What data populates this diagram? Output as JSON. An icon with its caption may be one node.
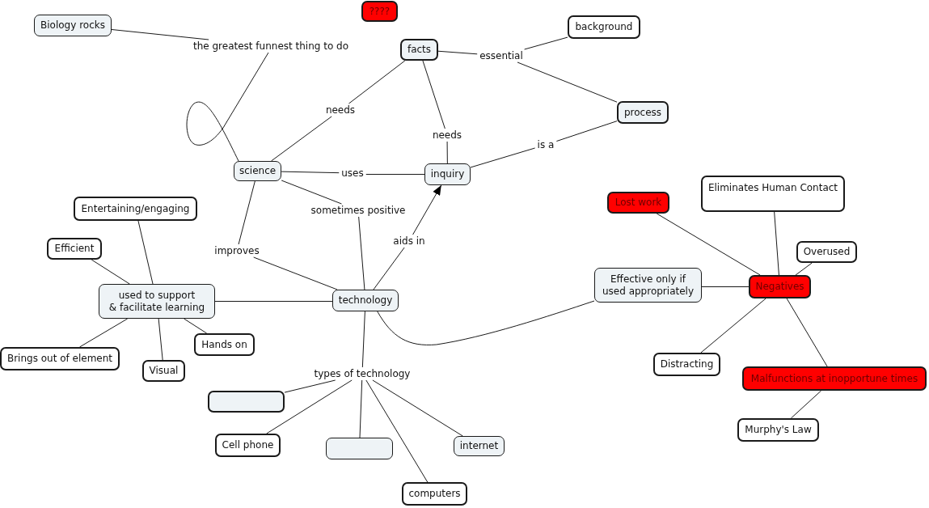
{
  "diagram": {
    "nodes": [
      {
        "text": [
          "????"
        ]
      },
      {
        "text": [
          "Biology rocks"
        ]
      },
      {
        "text": [
          "the greatest funnest thing to do"
        ]
      },
      {
        "text": [
          "background"
        ]
      },
      {
        "text": [
          "facts"
        ]
      },
      {
        "text": [
          "essential"
        ]
      },
      {
        "text": [
          "needs"
        ]
      },
      {
        "text": [
          "process"
        ]
      },
      {
        "text": [
          "needs"
        ]
      },
      {
        "text": [
          "is a"
        ]
      },
      {
        "text": [
          "science"
        ]
      },
      {
        "text": [
          "uses"
        ]
      },
      {
        "text": [
          "inquiry"
        ]
      },
      {
        "text": [
          "Eliminates Human Contact"
        ]
      },
      {
        "text": [
          "Lost work"
        ]
      },
      {
        "text": [
          "Entertaining/engaging"
        ]
      },
      {
        "text": [
          "sometimes positive"
        ]
      },
      {
        "text": [
          "aids in"
        ]
      },
      {
        "text": [
          "Efficient"
        ]
      },
      {
        "text": [
          "improves"
        ]
      },
      {
        "text": [
          "Overused"
        ]
      },
      {
        "text": [
          "Effective only if used appropriately"
        ]
      },
      {
        "text": [
          "Negatives"
        ]
      },
      {
        "text": [
          "used to support & facilitate learning"
        ]
      },
      {
        "text": [
          "technology"
        ]
      },
      {
        "text": [
          "Hands on"
        ]
      },
      {
        "text": [
          "Brings out of element"
        ]
      },
      {
        "text": [
          "Distracting"
        ]
      },
      {
        "text": [
          "Visual"
        ]
      },
      {
        "text": [
          "types of technology"
        ]
      },
      {
        "text": [
          "Malfunctions at inopportune times"
        ]
      },
      {
        "text": [],
        "shape": "box"
      },
      {
        "text": [
          "Murphy's Law"
        ]
      },
      {
        "text": [
          "Cell phone"
        ]
      },
      {
        "text": [],
        "shape": "box"
      },
      {
        "text": [
          "internet"
        ]
      },
      {
        "text": [
          "computers"
        ]
      }
    ],
    "edges": [
      {
        "from": 1,
        "to": 2,
        "arrow": "none"
      },
      {
        "from": 2,
        "to": 10,
        "arrow": "none"
      },
      {
        "from": 10,
        "to": 6,
        "arrow": "none"
      },
      {
        "from": 6,
        "to": 4,
        "arrow": "none"
      },
      {
        "from": 4,
        "to": 5,
        "arrow": "none"
      },
      {
        "from": 5,
        "to": 3,
        "arrow": "none"
      },
      {
        "from": 5,
        "to": 7,
        "arrow": "none"
      },
      {
        "from": 12,
        "to": 8,
        "arrow": "none"
      },
      {
        "from": 8,
        "to": 4,
        "arrow": "none"
      },
      {
        "from": 12,
        "to": 9,
        "arrow": "none"
      },
      {
        "from": 9,
        "to": 7,
        "arrow": "none"
      },
      {
        "from": 10,
        "to": 11,
        "arrow": "none"
      },
      {
        "from": 11,
        "to": 12,
        "arrow": "none"
      },
      {
        "from": 10,
        "to": 16,
        "arrow": "none"
      },
      {
        "from": 16,
        "to": 24,
        "arrow": "none"
      },
      {
        "from": 24,
        "to": 17,
        "arrow": "none"
      },
      {
        "from": 17,
        "to": 12,
        "arrow": "to"
      },
      {
        "from": 10,
        "to": 19,
        "arrow": "none"
      },
      {
        "from": 19,
        "to": 24,
        "arrow": "none"
      },
      {
        "from": 24,
        "to": 23,
        "arrow": "none"
      },
      {
        "from": 23,
        "to": 15,
        "arrow": "none"
      },
      {
        "from": 23,
        "to": 18,
        "arrow": "none"
      },
      {
        "from": 23,
        "to": 26,
        "arrow": "none"
      },
      {
        "from": 23,
        "to": 28,
        "arrow": "none"
      },
      {
        "from": 23,
        "to": 25,
        "arrow": "none"
      },
      {
        "from": 24,
        "to": 29,
        "arrow": "none"
      },
      {
        "from": 29,
        "to": 31,
        "arrow": "none"
      },
      {
        "from": 29,
        "to": 33,
        "arrow": "none"
      },
      {
        "from": 29,
        "to": 34,
        "arrow": "none"
      },
      {
        "from": 29,
        "to": 36,
        "arrow": "none"
      },
      {
        "from": 29,
        "to": 35,
        "arrow": "none"
      },
      {
        "from": 24,
        "to": 21,
        "arrow": "none"
      },
      {
        "from": 21,
        "to": 22,
        "arrow": "none"
      },
      {
        "from": 22,
        "to": 14,
        "arrow": "none"
      },
      {
        "from": 22,
        "to": 13,
        "arrow": "none"
      },
      {
        "from": 22,
        "to": 20,
        "arrow": "none"
      },
      {
        "from": 22,
        "to": 27,
        "arrow": "none"
      },
      {
        "from": 22,
        "to": 30,
        "arrow": "none"
      },
      {
        "from": 30,
        "to": 32,
        "arrow": "none"
      }
    ]
  }
}
